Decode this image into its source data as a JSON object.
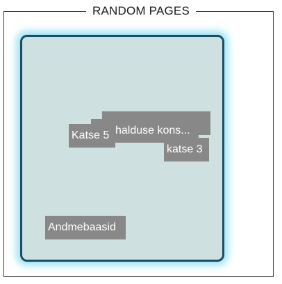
{
  "panel": {
    "title": "RANDOM PAGES"
  },
  "tags": {
    "back_partial": "...",
    "mid": "halduse kons...",
    "katse5": "Katse 5",
    "katse3": "katse 3",
    "andmebaasid": "Andmebaasid"
  }
}
